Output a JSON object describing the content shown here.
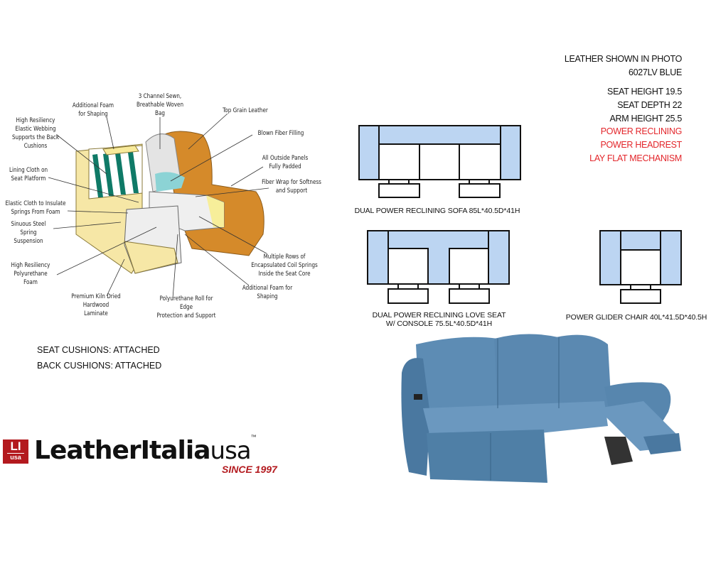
{
  "diagram": {
    "labels": [
      "Additional Foam\nfor Shaping",
      "3 Channel Sewn,\nBreathable Woven\nBag",
      "Top Grain Leather",
      "High Resiliency\nElastic Webbing\nSupports the Back\nCushions",
      "Blown Fiber Filling",
      "All Outside Panels\nFully Padded",
      "Lining Cloth on\nSeat Platform",
      "Fiber Wrap for Softness\nand Support",
      "Elastic Cloth to Insulate\nSprings From Foam",
      "Sinuous Steel\nSpring Suspension",
      "Multiple Rows of\nEncapsulated Coil Springs\nInside the Seat Core",
      "High Resiliency\nPolyurethane Foam",
      "Additional Foam for\nShaping",
      "Premium Kiln Dried\nHardwood Laminate",
      "Polyurethane Roll for Edge\nProtection and Support"
    ]
  },
  "specs": {
    "leather_label": "LEATHER SHOWN IN PHOTO",
    "leather_color": "6027LV BLUE",
    "seat_height": "SEAT HEIGHT 19.5",
    "seat_depth": "SEAT DEPTH 22",
    "arm_height": "ARM HEIGHT 25.5",
    "features": [
      "POWER RECLINING",
      "POWER HEADREST",
      "LAY FLAT MECHANISM"
    ]
  },
  "floorplans": {
    "sofa": "DUAL POWER RECLINING SOFA 85L*40.5D*41H",
    "loveseat": "DUAL POWER RECLINING LOVE SEAT\nW/ CONSOLE 75.5L*40.5D*41H",
    "chair": "POWER GLIDER CHAIR 40L*41.5D*40.5H"
  },
  "cushions": {
    "seat": "SEAT CUSHIONS: ATTACHED",
    "back": "BACK CUSHIONS: ATTACHED"
  },
  "logo": {
    "badge_top": "LI",
    "badge_bottom": "usa",
    "name": "LeatherItalia",
    "suffix": "usa",
    "tm": "™",
    "since": "SINCE 1997"
  },
  "colors": {
    "accent_red": "#e3262b",
    "plan_blue": "#bcd5f2",
    "leather_blue": "#4f7fa6",
    "cutaway_leather": "#d58a2a"
  }
}
